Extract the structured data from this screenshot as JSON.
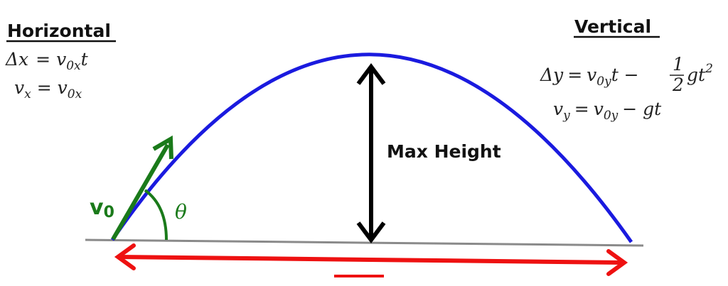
{
  "horizontal": {
    "title": "Horizontal",
    "eq1": {
      "lhs": "Δx",
      "rhs": "v",
      "sub": "0x",
      "tail": "t"
    },
    "eq2": {
      "lhs": "v",
      "lhs_sub": "x",
      "rhs": "v",
      "sub": "0x"
    }
  },
  "vertical": {
    "title": "Vertical",
    "eq1": {
      "lhs": "Δy",
      "rhs": "v",
      "sub": "0y",
      "tail": "t −",
      "frac_num": "1",
      "frac_den": "2",
      "end": "gt",
      "exp": "2"
    },
    "eq2": {
      "lhs": "v",
      "lhs_sub": "y",
      "rhs": "v",
      "sub": "0y",
      "tail": "− gt"
    }
  },
  "labels": {
    "max_height": "Max Height",
    "v0": "v",
    "v0_sub": "0",
    "theta": "θ"
  },
  "colors": {
    "trajectory": "#1a1adf",
    "velocity": "#1a7a1a",
    "range_arrow": "#ee1111",
    "height_arrow": "#000000",
    "ground": "#8a8a8a"
  }
}
